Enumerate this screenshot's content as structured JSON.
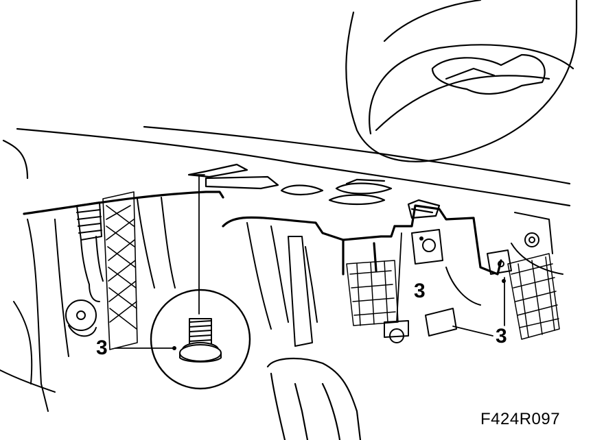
{
  "diagram": {
    "callouts": [
      {
        "id": "bolt-left",
        "label": "3"
      },
      {
        "id": "bolt-center",
        "label": "3"
      },
      {
        "id": "bolt-right",
        "label": "3"
      }
    ],
    "figure_code": "F424R097",
    "colors": {
      "ink": "#000000",
      "paper": "#ffffff"
    }
  }
}
